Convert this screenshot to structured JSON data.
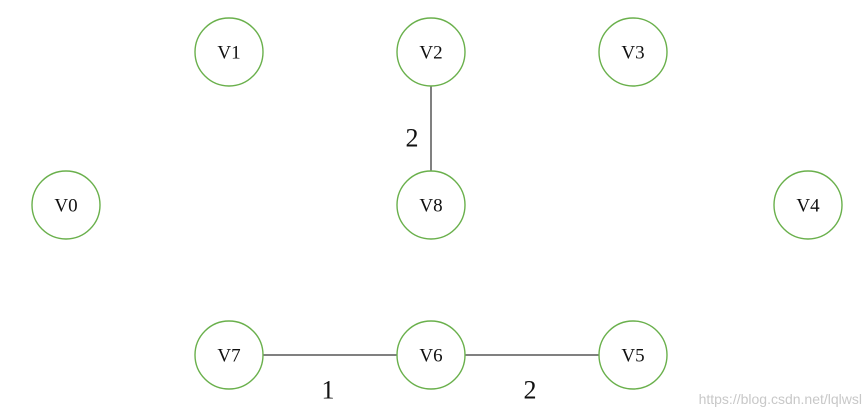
{
  "nodes": [
    {
      "id": "V0",
      "label": "V0"
    },
    {
      "id": "V1",
      "label": "V1"
    },
    {
      "id": "V2",
      "label": "V2"
    },
    {
      "id": "V3",
      "label": "V3"
    },
    {
      "id": "V4",
      "label": "V4"
    },
    {
      "id": "V5",
      "label": "V5"
    },
    {
      "id": "V6",
      "label": "V6"
    },
    {
      "id": "V7",
      "label": "V7"
    },
    {
      "id": "V8",
      "label": "V8"
    }
  ],
  "edges": [
    {
      "from": "V2",
      "to": "V8",
      "weight": "2"
    },
    {
      "from": "V7",
      "to": "V6",
      "weight": "1"
    },
    {
      "from": "V6",
      "to": "V5",
      "weight": "2"
    }
  ],
  "watermark": "https://blog.csdn.net/lqlwsl",
  "colors": {
    "node_stroke": "#6ab04c",
    "edge": "#000000",
    "text": "#111111"
  }
}
